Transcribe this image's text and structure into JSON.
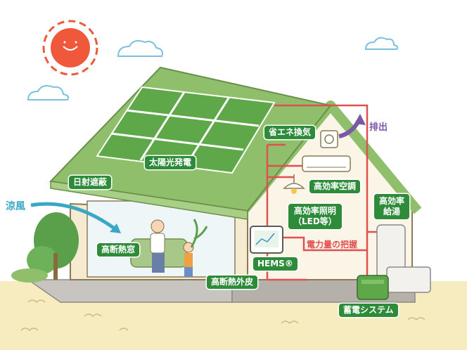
{
  "labels": {
    "solar": "太陽光発電",
    "shade": "日射遮蔽",
    "cool_breeze": "涼風",
    "window": "高断熱窓",
    "exterior": "高断熱外皮",
    "ventilation": "省エネ換気",
    "exhaust": "排出",
    "aircon": "高効率空調",
    "lighting_line1": "高効率照明",
    "lighting_line2": "（LED等）",
    "water_heater_line1": "高効率",
    "water_heater_line2": "給湯",
    "hems": "HEMS®",
    "power_monitor": "電力量の把握",
    "battery": "蓄電システム"
  },
  "colors": {
    "label_green": "#2e8b3a",
    "power_line_red": "#e05050",
    "breeze_blue": "#3aa7c5",
    "exhaust_purple": "#7a5aa6",
    "roof_green": "#8fbf6a",
    "solar_panel": "#5fa84a",
    "sun": "#f0583c"
  },
  "icons": [
    "sun-icon",
    "cloud-icon",
    "tree-icon",
    "fan-icon",
    "aircon-icon",
    "lamp-icon",
    "monitor-icon",
    "water-heater-icon",
    "battery-icon"
  ]
}
